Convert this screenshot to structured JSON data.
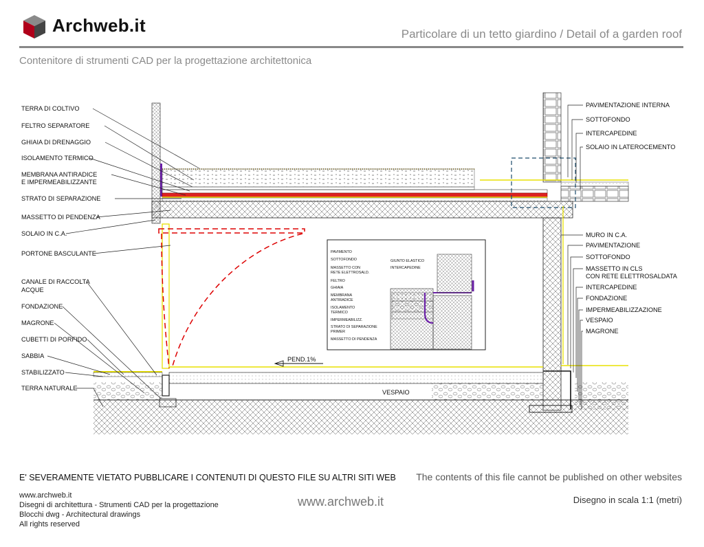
{
  "header": {
    "brand": "Archweb.it",
    "title": "Particolare di un tetto giardino  /  Detail of a garden roof",
    "subtitle": "Contenitore di strumenti CAD per la progettazione architettonica"
  },
  "colors": {
    "accent_red": "#c0001a",
    "membrane_purple": "#6a1fa6",
    "yellow": "#e8e000",
    "rule_gray": "#888888"
  },
  "labels_left": [
    "TERRA DI COLTIVO",
    "FELTRO SEPARATORE",
    "GHIAIA DI DRENAGGIO",
    "ISOLAMENTO TERMICO",
    "MEMBRANA ANTIRADICE",
    "E IMPERMEABILIZZANTE",
    "STRATO DI SEPARAZIONE",
    "MASSETTO DI PENDENZA",
    "SOLAIO IN C.A.",
    "PORTONE BASCULANTE",
    "CANALE DI RACCOLTA",
    "ACQUE",
    "FONDAZIONE",
    "MAGRONE",
    "CUBETTI DI PORFIDO",
    "SABBIA",
    "STABILIZZATO",
    "TERRA NATURALE"
  ],
  "labels_right_top": [
    "PAVIMENTAZIONE INTERNA",
    "SOTTOFONDO",
    "INTERCAPEDINE",
    "SOLAIO IN LATEROCEMENTO"
  ],
  "labels_right_bottom": [
    "MURO IN C.A.",
    "PAVIMENTAZIONE",
    "SOTTOFONDO",
    "MASSETTO IN CLS",
    "CON RETE ELETTROSALDATA",
    "INTERCAPEDINE",
    "FONDAZIONE",
    "IMPERMEABILIZZAZIONE",
    "VESPAIO",
    "MAGRONE"
  ],
  "detail_labels": [
    "PAVIMENTO",
    "SOTTOFONDO",
    "MASSETTO CON",
    "RETE ELETTROSALD.",
    "FELTRO",
    "GHIAIA",
    "MEMBRANA",
    "ANTIRADICE",
    "ISOLAMENTO",
    "TERMICO",
    "IMPERMEABILIZZ.",
    "STRATO DI SEPARAZIONE",
    "PRIMER",
    "MASSETTO DI PENDENZA",
    "GIUNTO ELASTICO",
    "INTERCAPEDINE"
  ],
  "annotations": {
    "slope": "PEND.1%",
    "vespaio": "VESPAIO"
  },
  "footer": {
    "warning_it": "E' SEVERAMENTE VIETATO PUBBLICARE I CONTENUTI DI QUESTO FILE SU ALTRI SITI WEB",
    "warning_en": "The contents of this file cannot be published on other websites",
    "lines": [
      "www.archweb.it",
      "Disegni di architettura - Strumenti CAD  per la progettazione",
      "Blocchi dwg - Architectural drawings",
      "All rights reserved"
    ],
    "center_url": "www.archweb.it",
    "scale": "Disegno in scala 1:1 (metri)"
  }
}
